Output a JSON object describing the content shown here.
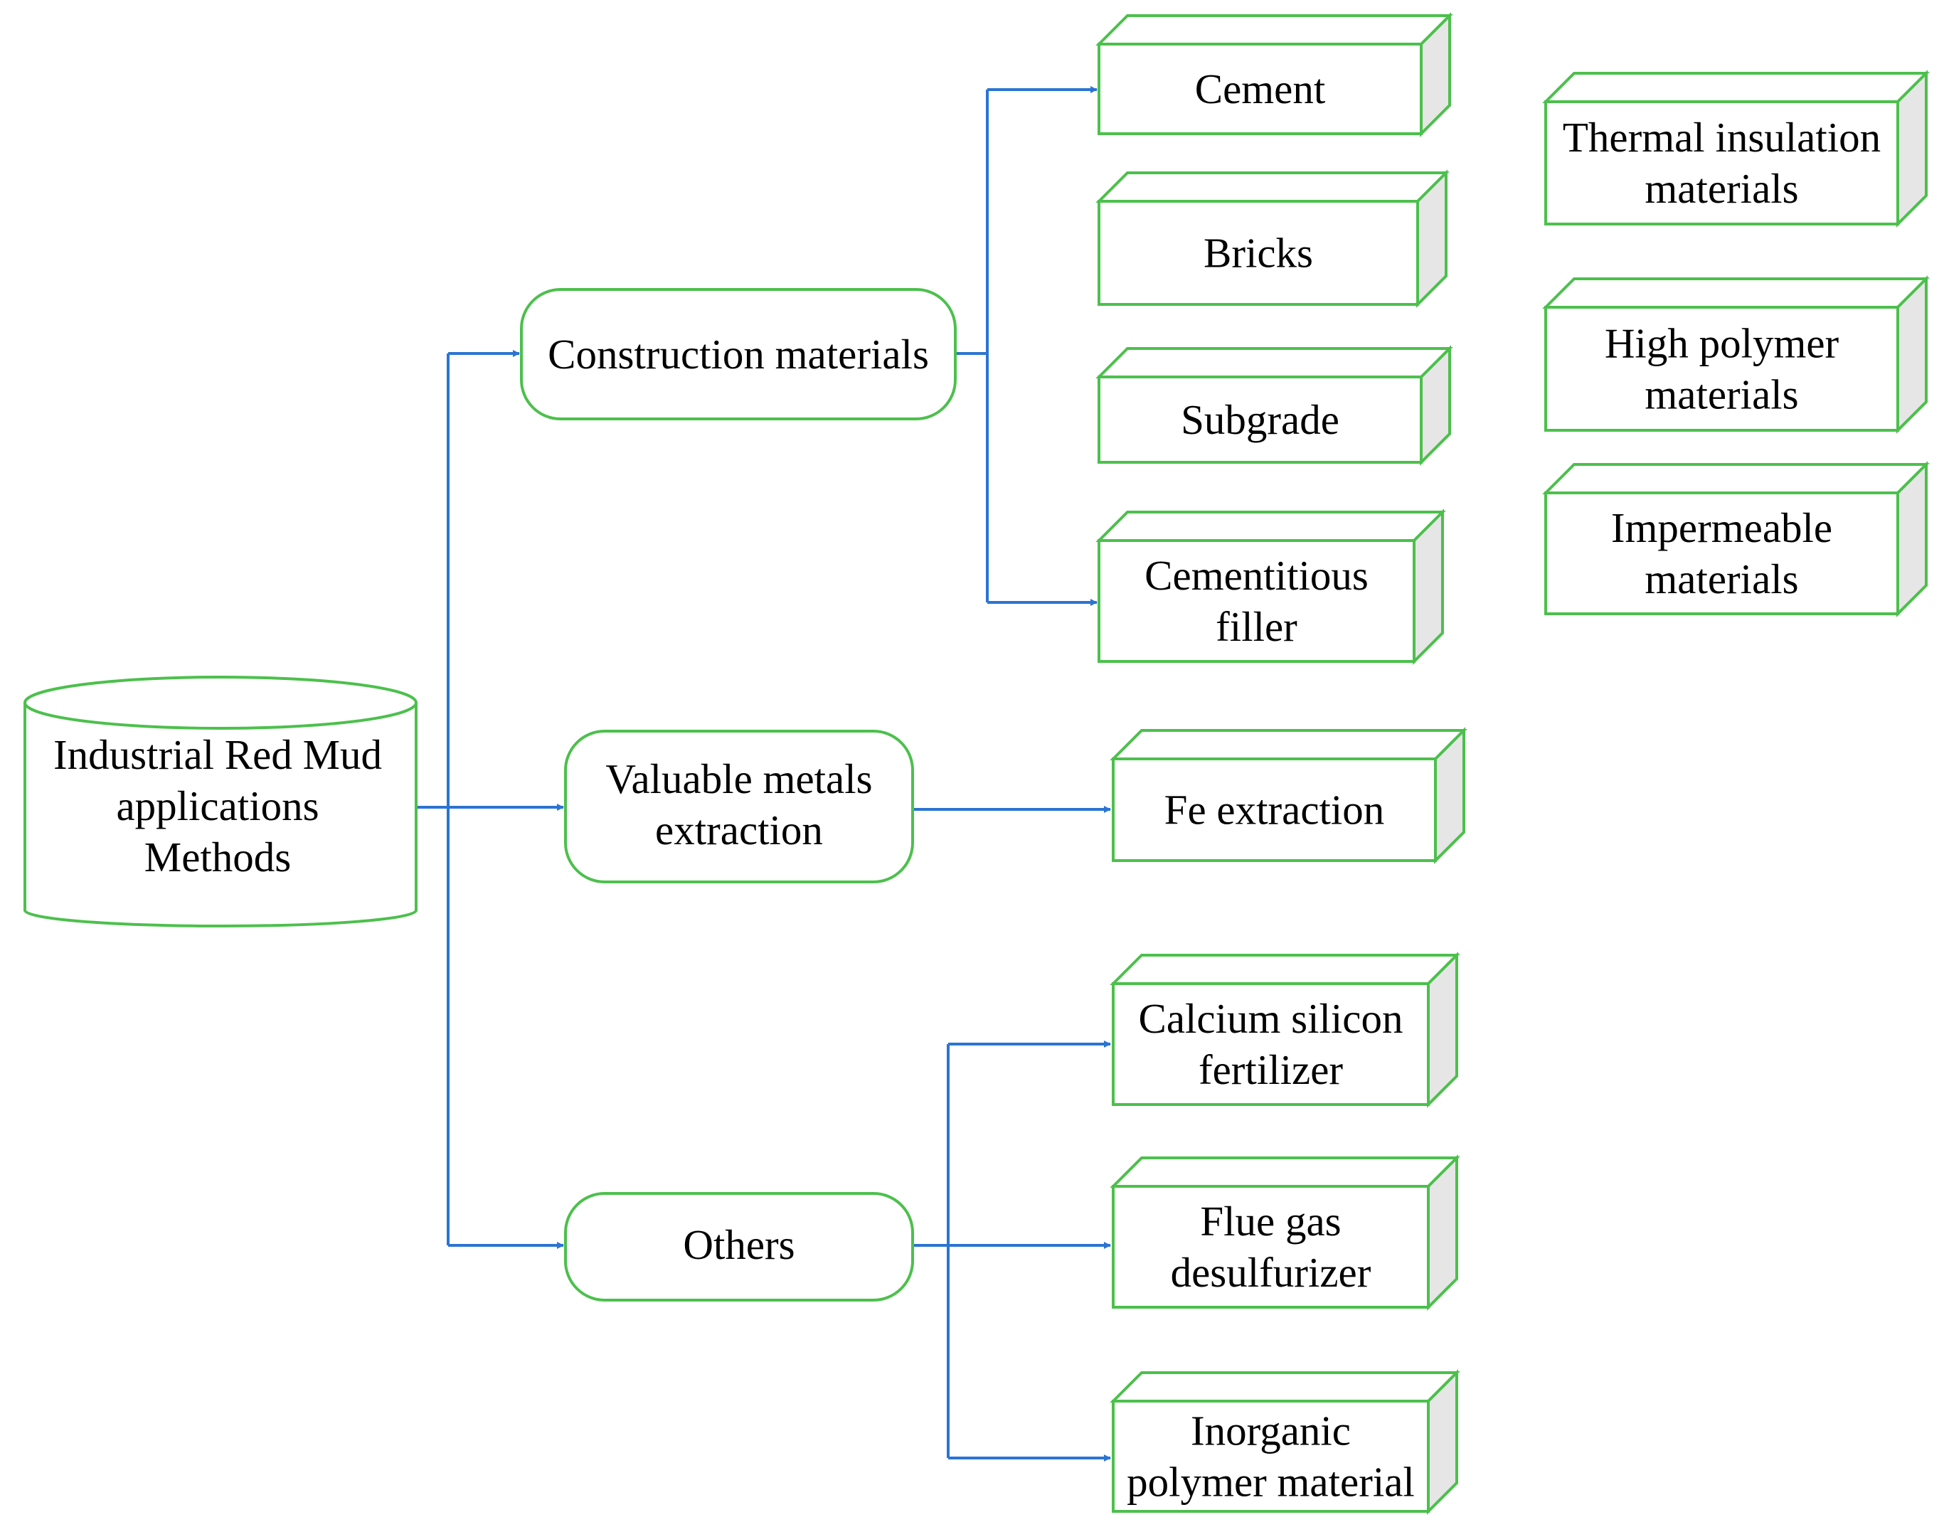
{
  "colors": {
    "box_border": "#4CC04C",
    "box_side": "#E6E6E6",
    "connector": "#2B74D2",
    "text": "#000000"
  },
  "root": {
    "lines": [
      "Industrial Red Mud",
      "applications",
      "Methods"
    ]
  },
  "categories": {
    "construction": {
      "lines": [
        "Construction materials"
      ]
    },
    "metals": {
      "lines": [
        "Valuable metals",
        "extraction"
      ]
    },
    "others": {
      "lines": [
        "Others"
      ]
    }
  },
  "leaves": {
    "cement": {
      "lines": [
        "Cement"
      ]
    },
    "bricks": {
      "lines": [
        "Bricks"
      ]
    },
    "subgrade": {
      "lines": [
        "Subgrade"
      ]
    },
    "cementitious": {
      "lines": [
        "Cementitious",
        "filler"
      ]
    },
    "thermal": {
      "lines": [
        "Thermal insulation",
        "materials"
      ]
    },
    "polymer": {
      "lines": [
        "High polymer",
        "materials"
      ]
    },
    "impermeable": {
      "lines": [
        "Impermeable",
        "materials"
      ]
    },
    "fe": {
      "lines": [
        "Fe extraction"
      ]
    },
    "calcium": {
      "lines": [
        "Calcium silicon",
        "fertilizer"
      ]
    },
    "flue": {
      "lines": [
        "Flue gas",
        "desulfurizer"
      ]
    },
    "inorganic": {
      "lines": [
        "Inorganic",
        "polymer material"
      ]
    }
  }
}
